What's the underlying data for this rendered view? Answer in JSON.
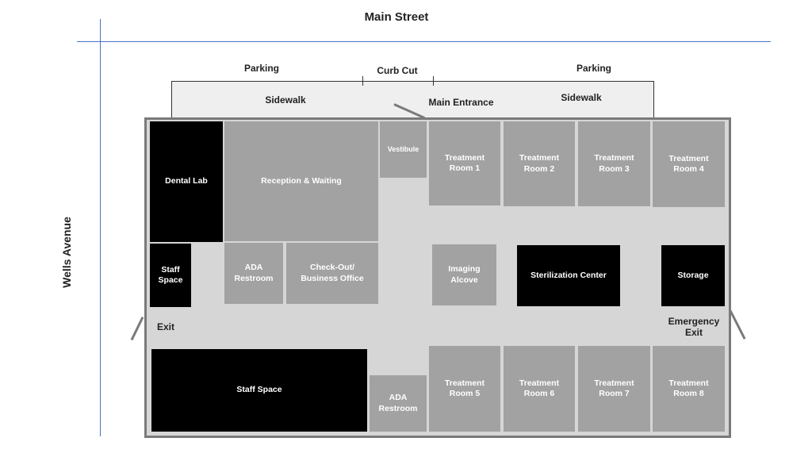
{
  "streets": {
    "north": "Main Street",
    "west": "Wells Avenue"
  },
  "site": {
    "parking_left": "Parking",
    "parking_right": "Parking",
    "curb_cut": "Curb Cut",
    "sidewalk_left": "Sidewalk",
    "sidewalk_right": "Sidewalk",
    "main_entrance": "Main Entrance"
  },
  "rooms": {
    "dental_lab": "Dental Lab",
    "reception": "Reception & Waiting",
    "vestibule": "Vestibule",
    "treatment_1": "Treatment\nRoom 1",
    "treatment_2": "Treatment\nRoom 2",
    "treatment_3": "Treatment\nRoom 3",
    "treatment_4": "Treatment\nRoom 4",
    "staff_space_small": "Staff\nSpace",
    "ada_restroom_1": "ADA\nRestroom",
    "checkout": "Check-Out/\nBusiness Office",
    "imaging": "Imaging\nAlcove",
    "sterilization": "Sterilization Center",
    "storage": "Storage",
    "staff_space_large": "Staff Space",
    "ada_restroom_2": "ADA\nRestroom",
    "treatment_5": "Treatment\nRoom 5",
    "treatment_6": "Treatment\nRoom 6",
    "treatment_7": "Treatment\nRoom 7",
    "treatment_8": "Treatment\nRoom 8"
  },
  "exits": {
    "west": "Exit",
    "east": "Emergency\nExit"
  },
  "colors": {
    "street_line": "#4a72c8",
    "room_grey": "#a2a2a2",
    "room_black": "#000000",
    "corridor": "#d6d6d6",
    "wall": "#7a7a7a"
  }
}
